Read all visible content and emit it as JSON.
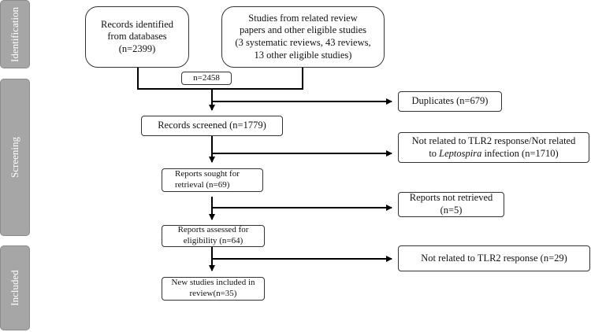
{
  "phases": {
    "identification": "Identification",
    "screening": "Screening",
    "included": "Included"
  },
  "records_db": {
    "line1": "Records identified",
    "line2": "from databases",
    "line3": "(n=2399)"
  },
  "records_other": {
    "line1": "Studies from related review",
    "line2": "papers and other eligible studies",
    "line3": "(3 systematic reviews, 43 reviews,",
    "line4": "13 other eligible studies)"
  },
  "combined": {
    "text": "n=2458"
  },
  "duplicates": {
    "text": "Duplicates (n=679)"
  },
  "screened": {
    "text": "Records screened (n=1779)"
  },
  "excluded_screen": {
    "line1": "Not related to TLR2 response/Not related",
    "line2_pre": "to ",
    "line2_italic": "Leptospira",
    "line2_post": " infection (n=1710)"
  },
  "sought": {
    "line1": "Reports sought for",
    "line2": "retrieval (n=69)"
  },
  "not_retrieved": {
    "line1": "Reports not retrieved",
    "line2": "(n=5)"
  },
  "assessed": {
    "line1": "Reports assessed for",
    "line2": "eligibility (n=64)"
  },
  "excluded_assess": {
    "text": "Not related to TLR2 response (n=29)"
  },
  "included": {
    "line1": "New studies included in",
    "line2": "review(n=35)"
  },
  "colors": {
    "phase_fill": "#a6a6a6",
    "line": "#000000",
    "box_border": "#333333"
  }
}
